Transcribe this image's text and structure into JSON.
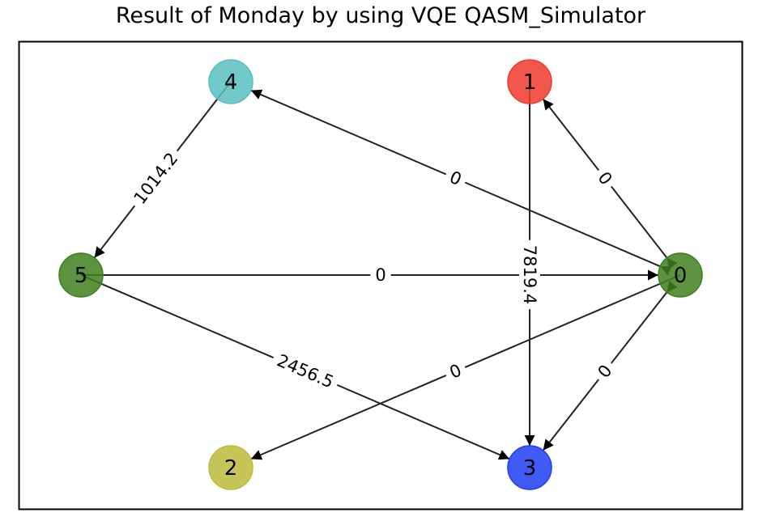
{
  "title": "Result of Monday by using VQE QASM_Simulator",
  "nodes": [
    {
      "id": "0",
      "label": "0",
      "color": "#3f7f1f"
    },
    {
      "id": "1",
      "label": "1",
      "color": "#ee3b2b"
    },
    {
      "id": "2",
      "label": "2",
      "color": "#bcbb3a"
    },
    {
      "id": "3",
      "label": "3",
      "color": "#1f3ff2"
    },
    {
      "id": "4",
      "label": "4",
      "color": "#59bfc0"
    },
    {
      "id": "5",
      "label": "5",
      "color": "#3f7f1f"
    }
  ],
  "edges": [
    {
      "from": "0",
      "to": "4",
      "label": "0",
      "bidirectional": true
    },
    {
      "from": "0",
      "to": "1",
      "label": "0",
      "bidirectional": true
    },
    {
      "from": "4",
      "to": "5",
      "label": "1014.2",
      "bidirectional": false
    },
    {
      "from": "5",
      "to": "0",
      "label": "0",
      "bidirectional": false
    },
    {
      "from": "1",
      "to": "3",
      "label": "7819.4",
      "bidirectional": false
    },
    {
      "from": "5",
      "to": "3",
      "label": "2456.5",
      "bidirectional": false
    },
    {
      "from": "0",
      "to": "2",
      "label": "0",
      "bidirectional": false
    },
    {
      "from": "0",
      "to": "3",
      "label": "0",
      "bidirectional": true
    }
  ]
}
